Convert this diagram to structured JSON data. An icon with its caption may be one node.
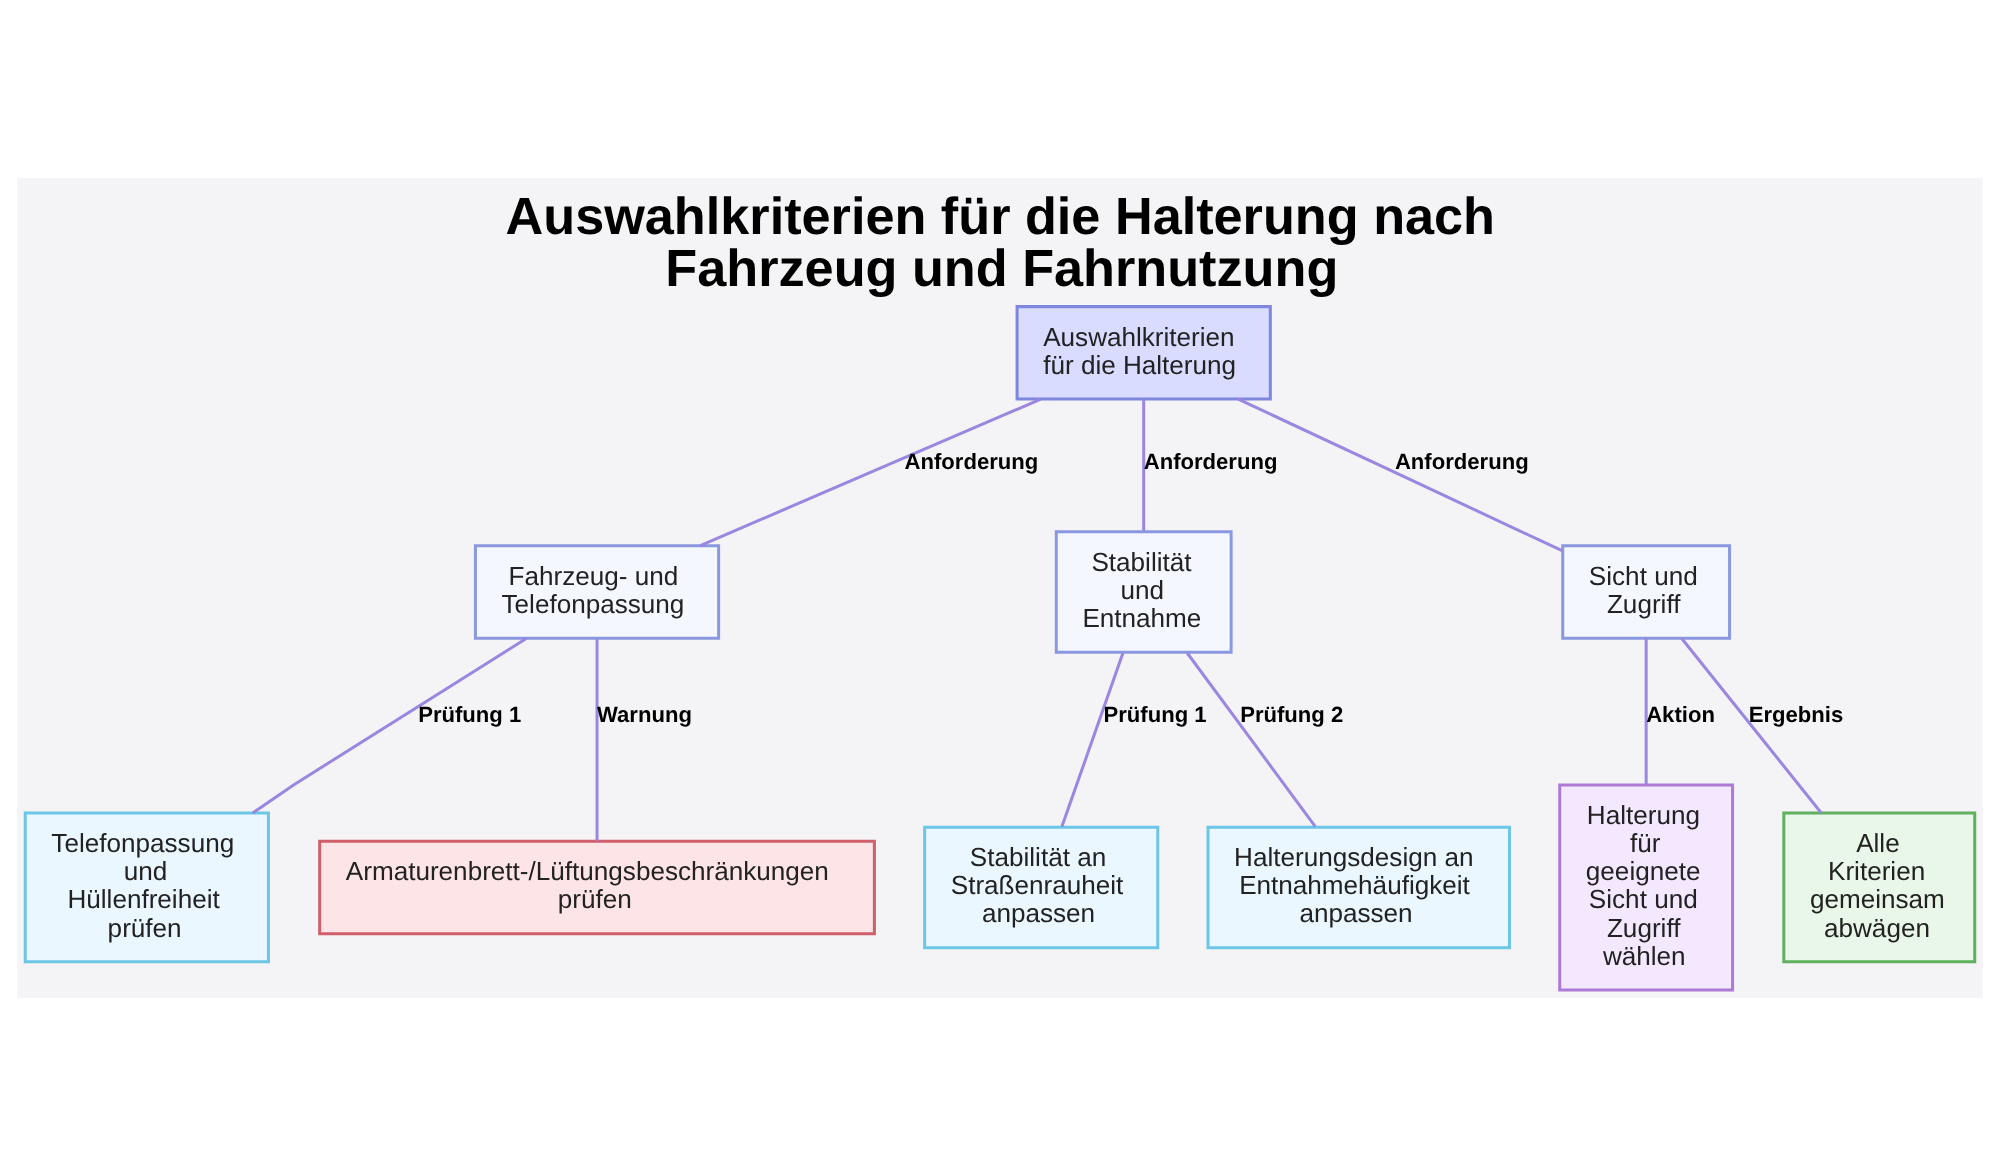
{
  "diagram": {
    "title": "Auswahlkriterien für die Halterung nach Fahrzeug und Fahrnutzung",
    "nodes": [
      {
        "text": [
          "Auswahlkriterien für die Halterung"
        ]
      },
      {
        "text": [
          "Fahrzeug- und Telefonpassung"
        ]
      },
      {
        "text": [
          "Stabilität und Entnahme"
        ]
      },
      {
        "text": [
          "Sicht und Zugriff"
        ]
      },
      {
        "text": [
          "Telefonpassung und Hüllenfreiheit prüfen"
        ]
      },
      {
        "text": [
          "Armaturenbrett-/Lüftungsbeschränkungen prüfen"
        ]
      },
      {
        "text": [
          "Stabilität an Straßenrauheit anpassen"
        ]
      },
      {
        "text": [
          "Halterungsdesign an Entnahmehäufigkeit anpassen"
        ]
      },
      {
        "text": [
          "Halterung für geeignete Sicht und Zugriff wählen"
        ]
      },
      {
        "text": [
          "Alle Kriterien gemeinsam abwägen"
        ]
      }
    ],
    "edges": [
      {
        "from": 0,
        "to": 1,
        "arrow": "none",
        "label": "Anforderung"
      },
      {
        "from": 0,
        "to": 2,
        "arrow": "none",
        "label": "Anforderung"
      },
      {
        "from": 0,
        "to": 3,
        "arrow": "none",
        "label": "Anforderung"
      },
      {
        "from": 1,
        "to": 4,
        "arrow": "none",
        "label": "Prüfung 1"
      },
      {
        "from": 1,
        "to": 5,
        "arrow": "none",
        "label": "Warnung"
      },
      {
        "from": 2,
        "to": 6,
        "arrow": "none",
        "label": "Prüfung 1"
      },
      {
        "from": 2,
        "to": 7,
        "arrow": "none",
        "label": "Prüfung 2"
      },
      {
        "from": 3,
        "to": 8,
        "arrow": "none",
        "label": "Aktion"
      },
      {
        "from": 3,
        "to": 9,
        "arrow": "none",
        "label": "Ergebnis"
      }
    ]
  }
}
